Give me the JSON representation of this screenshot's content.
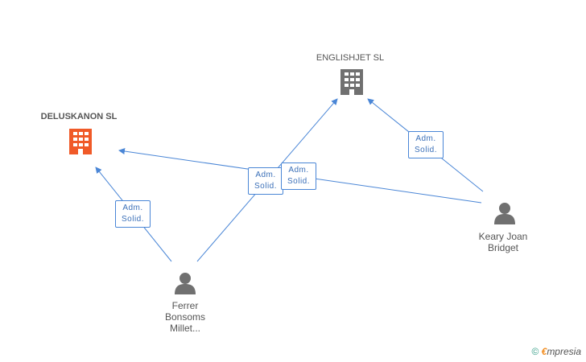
{
  "companies": [
    {
      "id": "deluskanon",
      "name": "DELUSKANON SL",
      "color": "#f05a28",
      "icon": "building-icon"
    },
    {
      "id": "englishjet",
      "name": "ENGLISHJET SL",
      "color": "#707070",
      "icon": "building-icon"
    }
  ],
  "persons": [
    {
      "id": "ferrer",
      "name_lines": [
        "Ferrer",
        "Bonsoms",
        "Millet..."
      ],
      "icon": "person-icon",
      "color": "#707070"
    },
    {
      "id": "keary",
      "name_lines": [
        "Keary Joan",
        "Bridget"
      ],
      "icon": "person-icon",
      "color": "#707070"
    }
  ],
  "relations": [
    {
      "from": "ferrer",
      "to": "deluskanon",
      "role_line1": "Adm.",
      "role_line2": "Solid."
    },
    {
      "from": "ferrer",
      "to": "englishjet",
      "role_line1": "Adm.",
      "role_line2": "Solid."
    },
    {
      "from": "keary",
      "to": "deluskanon",
      "role_line1": "Adm.",
      "role_line2": "Solid."
    },
    {
      "from": "keary",
      "to": "englishjet",
      "role_line1": "Adm.",
      "role_line2": "Solid."
    }
  ],
  "colors": {
    "edge": "#4a86d6"
  },
  "footer": {
    "copyright_symbol": "©",
    "brand_e": "€",
    "brand_rest": "mpresia"
  }
}
